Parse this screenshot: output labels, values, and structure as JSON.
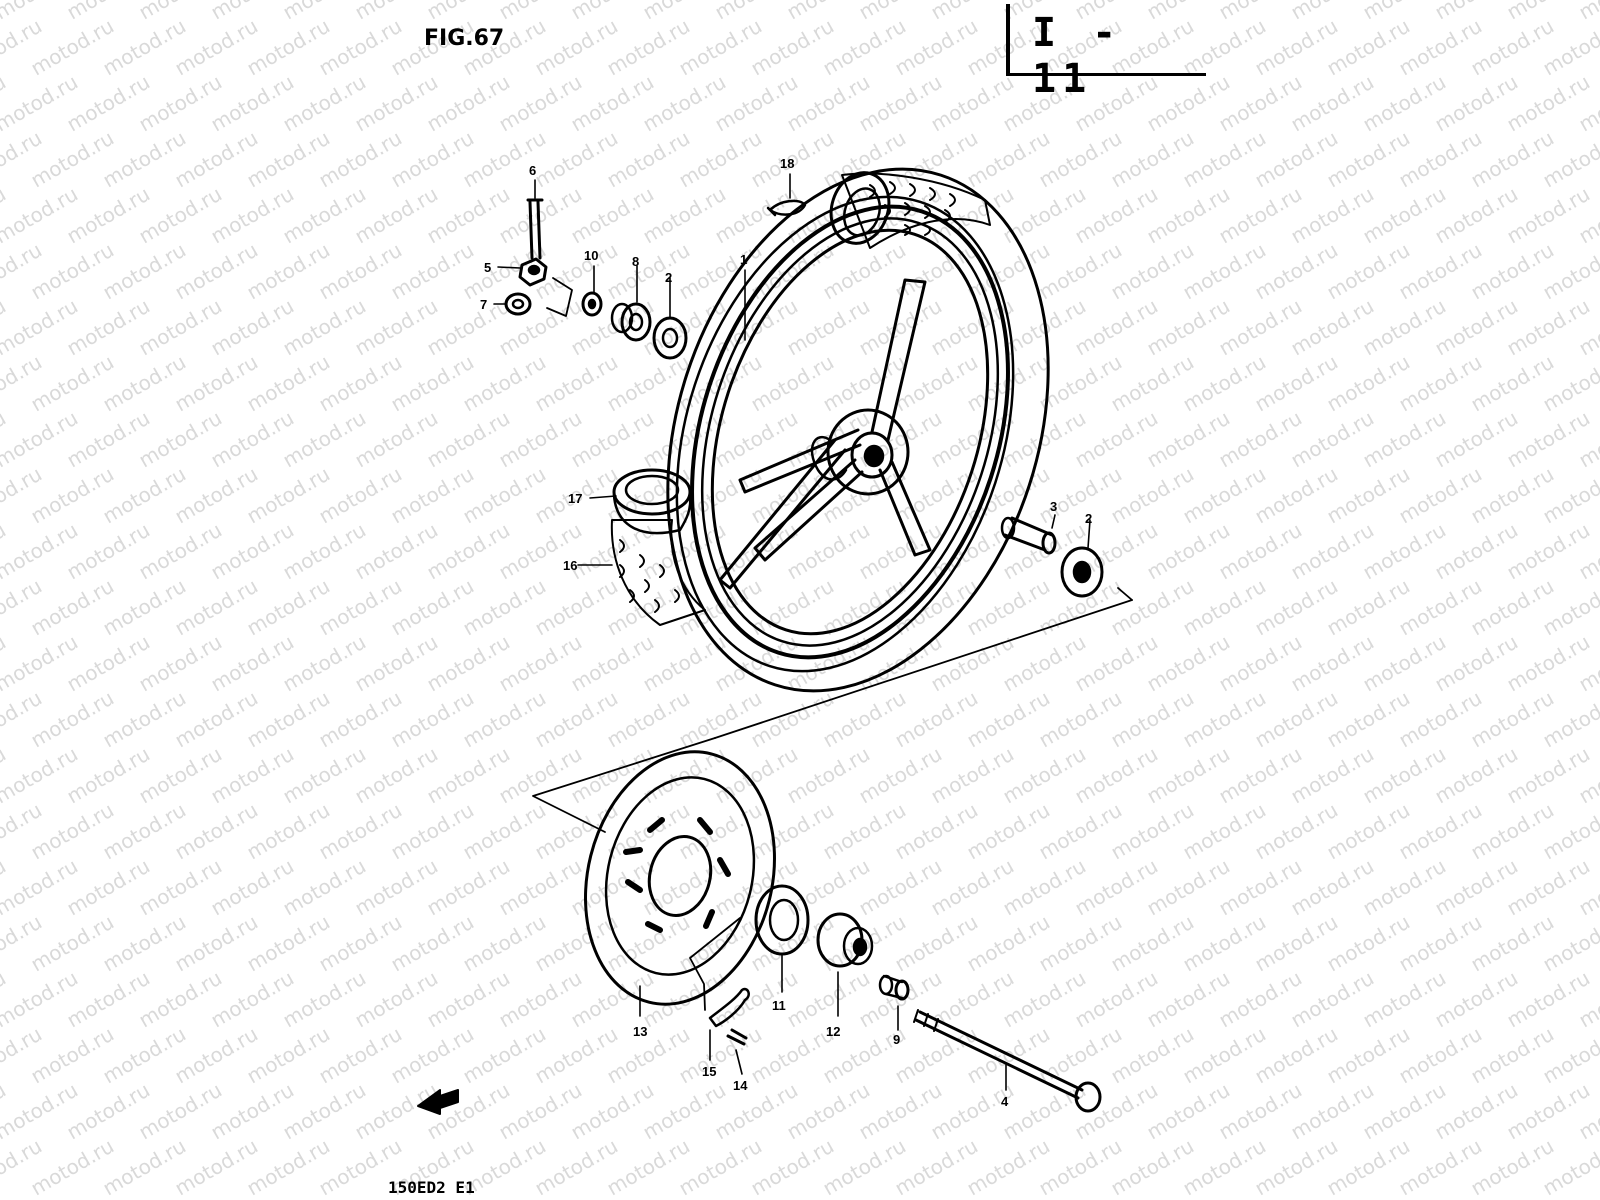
{
  "figure_label": "FIG.67",
  "section_code": "I - 11",
  "model_code": "150ED2 E1",
  "watermark_text": "motod.ru",
  "callouts": [
    {
      "id": "c6",
      "label": "6"
    },
    {
      "id": "c18",
      "label": "18"
    },
    {
      "id": "c5",
      "label": "5"
    },
    {
      "id": "c10",
      "label": "10"
    },
    {
      "id": "c8",
      "label": "8"
    },
    {
      "id": "c2a",
      "label": "2"
    },
    {
      "id": "c7",
      "label": "7"
    },
    {
      "id": "c1",
      "label": "1"
    },
    {
      "id": "c17",
      "label": "17"
    },
    {
      "id": "c16",
      "label": "16"
    },
    {
      "id": "c3",
      "label": "3"
    },
    {
      "id": "c2b",
      "label": "2"
    },
    {
      "id": "c13",
      "label": "13"
    },
    {
      "id": "c11",
      "label": "11"
    },
    {
      "id": "c12",
      "label": "12"
    },
    {
      "id": "c9",
      "label": "9"
    },
    {
      "id": "c15",
      "label": "15"
    },
    {
      "id": "c14",
      "label": "14"
    },
    {
      "id": "c4",
      "label": "4"
    }
  ]
}
